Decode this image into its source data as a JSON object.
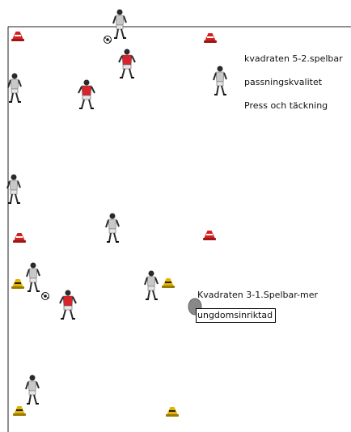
{
  "labels": {
    "top_1": "kvadraten 5-2.spelbar",
    "top_2": "passningskvalitet",
    "top_3": "Press och täckning",
    "bottom_1": "Kvadraten 3-1.Spelbar-mer",
    "bottom_2": "ungdomsinriktad"
  },
  "colors": {
    "line": "#222222",
    "cone_red": "#d42020",
    "cone_yellow": "#e2b400",
    "kit_red": "#d8232a",
    "kit_grey": "#c8c8c8",
    "shorts": "#e6e6e6",
    "skin": "#2a2a2a"
  },
  "icons": {
    "player": "player-figure-icon",
    "cone": "cone-icon",
    "ball": "ball-icon",
    "marker": "grey-marker-icon"
  }
}
